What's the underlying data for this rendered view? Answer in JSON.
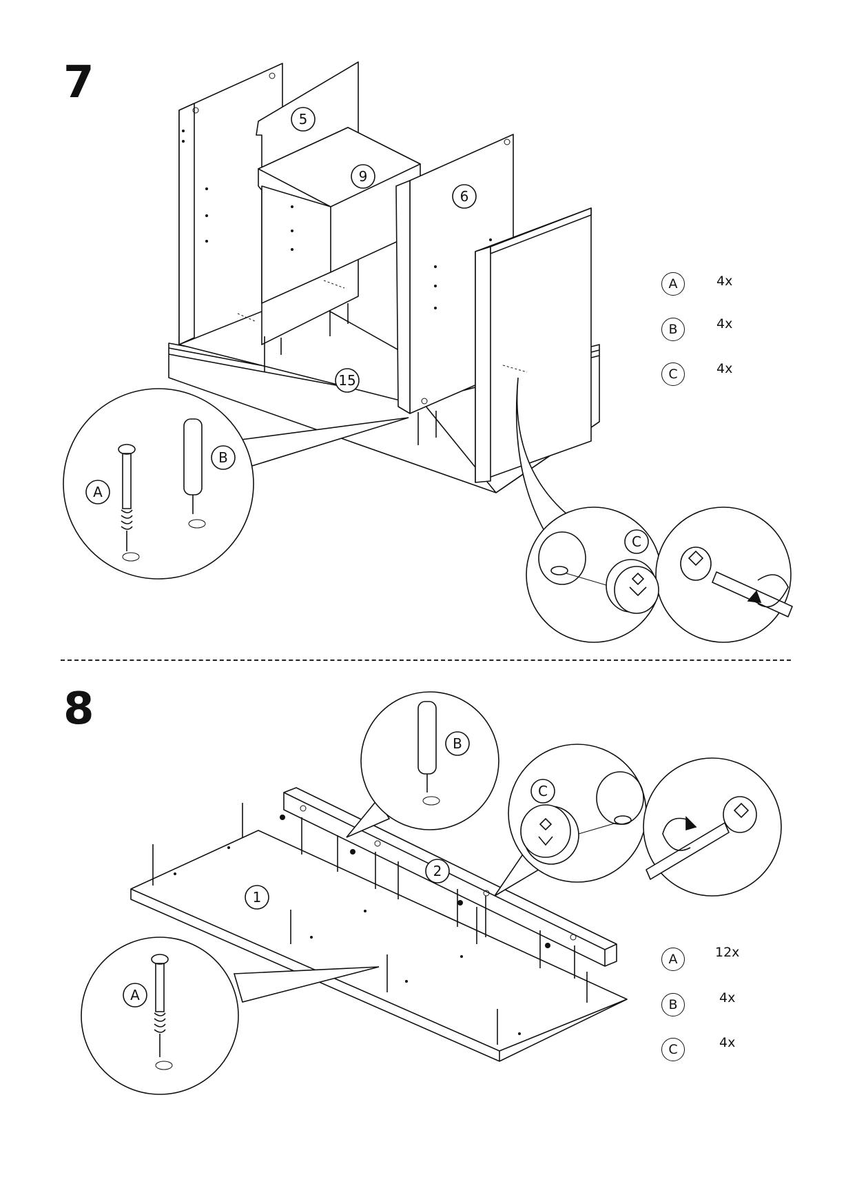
{
  "step7": {
    "number": "7",
    "parts": [
      "5",
      "9",
      "6",
      "15"
    ],
    "callout_labels": {
      "a": "A",
      "b": "B",
      "c": "C"
    },
    "legend": [
      {
        "id": "A",
        "qty": "4x"
      },
      {
        "id": "B",
        "qty": "4x"
      },
      {
        "id": "C",
        "qty": "4x"
      }
    ]
  },
  "step8": {
    "number": "8",
    "parts": [
      "1",
      "2"
    ],
    "callout_labels": {
      "a": "A",
      "b": "B",
      "c": "C"
    },
    "legend": [
      {
        "id": "A",
        "qty": "12x"
      },
      {
        "id": "B",
        "qty": "4x"
      },
      {
        "id": "C",
        "qty": "4x"
      }
    ]
  }
}
